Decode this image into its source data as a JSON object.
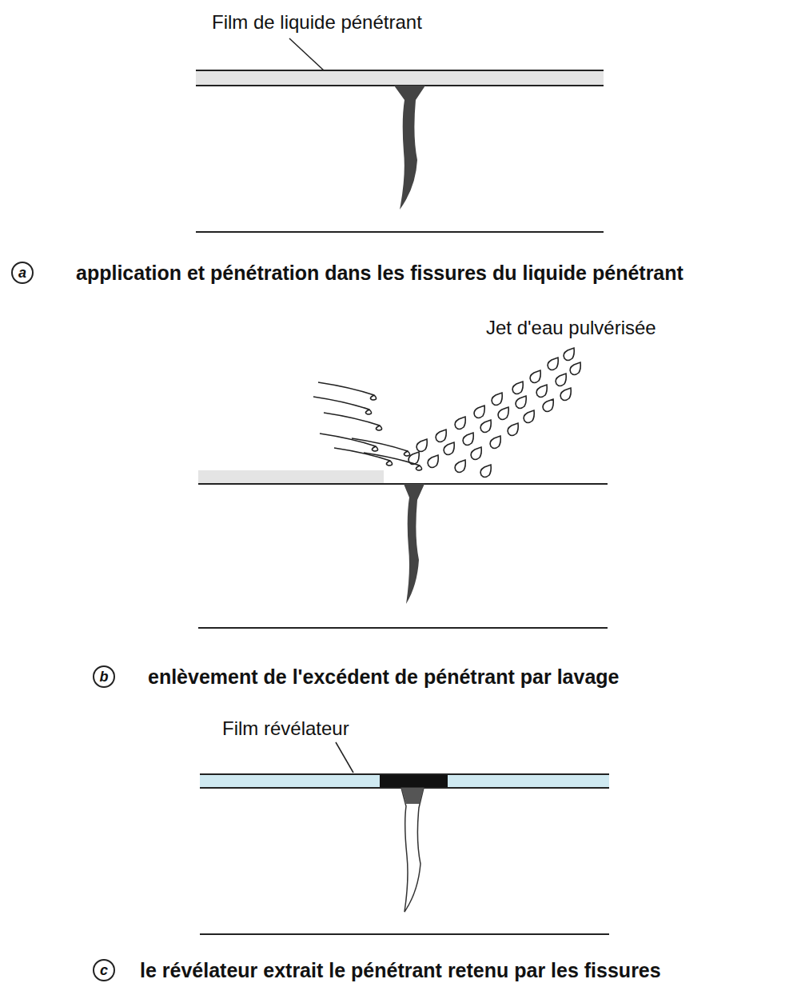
{
  "diagram": {
    "nodes": [
      {
        "text": [
          "a"
        ]
      },
      {
        "text": [
          "b"
        ]
      },
      {
        "text": [
          "c"
        ]
      }
    ],
    "labels": [
      "Film de liquide pénétrant",
      "application et pénétration dans les fissures du liquide pénétrant",
      "Jet d'eau pulvérisée",
      "enlèvement de l'excédent de pénétrant par lavage",
      "Film révélateur",
      "le révélateur extrait le pénétrant retenu par les fissures"
    ]
  }
}
